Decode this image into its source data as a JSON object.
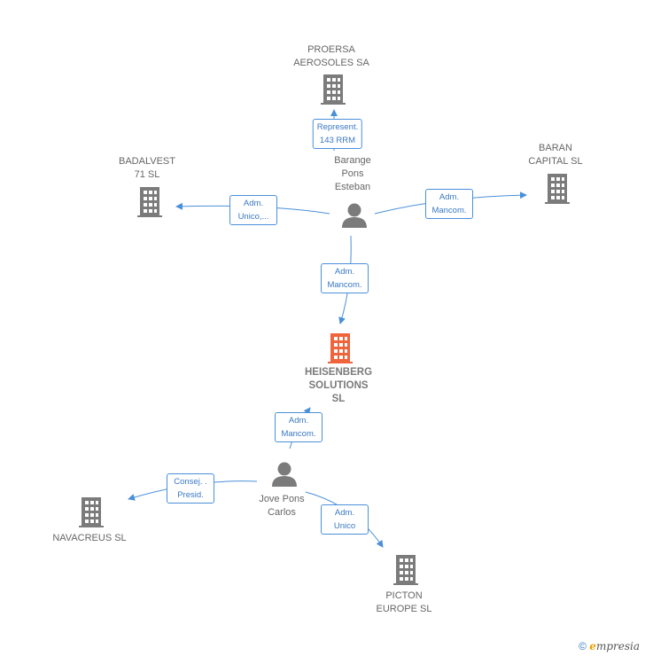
{
  "nodes": {
    "proersa": {
      "label": "PROERSA\nAEROSOLES SA",
      "kind": "company"
    },
    "badalvest": {
      "label": "BADALVEST\n71  SL",
      "kind": "company"
    },
    "baran": {
      "label": "BARAN\nCAPITAL  SL",
      "kind": "company"
    },
    "barange": {
      "label": "Barange\nPons\nEsteban",
      "kind": "person"
    },
    "heisenberg": {
      "label": "HEISENBERG\nSOLUTIONS\nSL",
      "kind": "main-company"
    },
    "jove": {
      "label": "Jove Pons\nCarlos",
      "kind": "person"
    },
    "navacreus": {
      "label": "NAVACREUS SL",
      "kind": "company"
    },
    "picton": {
      "label": "PICTON\nEUROPE SL",
      "kind": "company"
    }
  },
  "edges": {
    "e1": {
      "label": "Represent.\n143 RRM"
    },
    "e2": {
      "label": "Adm.\nUnico,..."
    },
    "e3": {
      "label": "Adm.\nMancom."
    },
    "e4": {
      "label": "Adm.\nMancom."
    },
    "e5": {
      "label": "Adm.\nMancom."
    },
    "e6": {
      "label": "Consej. .\nPresid."
    },
    "e7": {
      "label": "Adm.\nUnico"
    }
  },
  "colors": {
    "company": "#7b7b7b",
    "main_company": "#f0643c",
    "person": "#7b7b7b",
    "edge": "#4a90d9"
  },
  "footer": {
    "copyright": "©",
    "brand_initial": "e",
    "brand_rest": "mpresia"
  }
}
